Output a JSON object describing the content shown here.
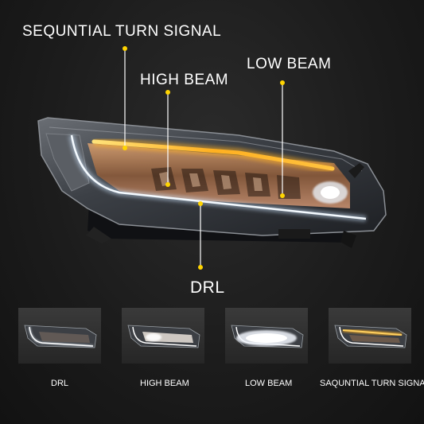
{
  "labels": {
    "sequential": "SEQUNTIAL TURN SIGNAL",
    "high_beam": "HIGH BEAM",
    "low_beam": "LOW BEAM",
    "drl": "DRL"
  },
  "thumbnails": [
    {
      "caption": "DRL"
    },
    {
      "caption": "HIGH BEAM"
    },
    {
      "caption": "LOW BEAM"
    },
    {
      "caption": "SAQUNTIAL TURN SIGNAL"
    }
  ],
  "colors": {
    "amber": "#ffb020",
    "drl_white": "#e8f4ff",
    "marker": "#ffd400"
  }
}
